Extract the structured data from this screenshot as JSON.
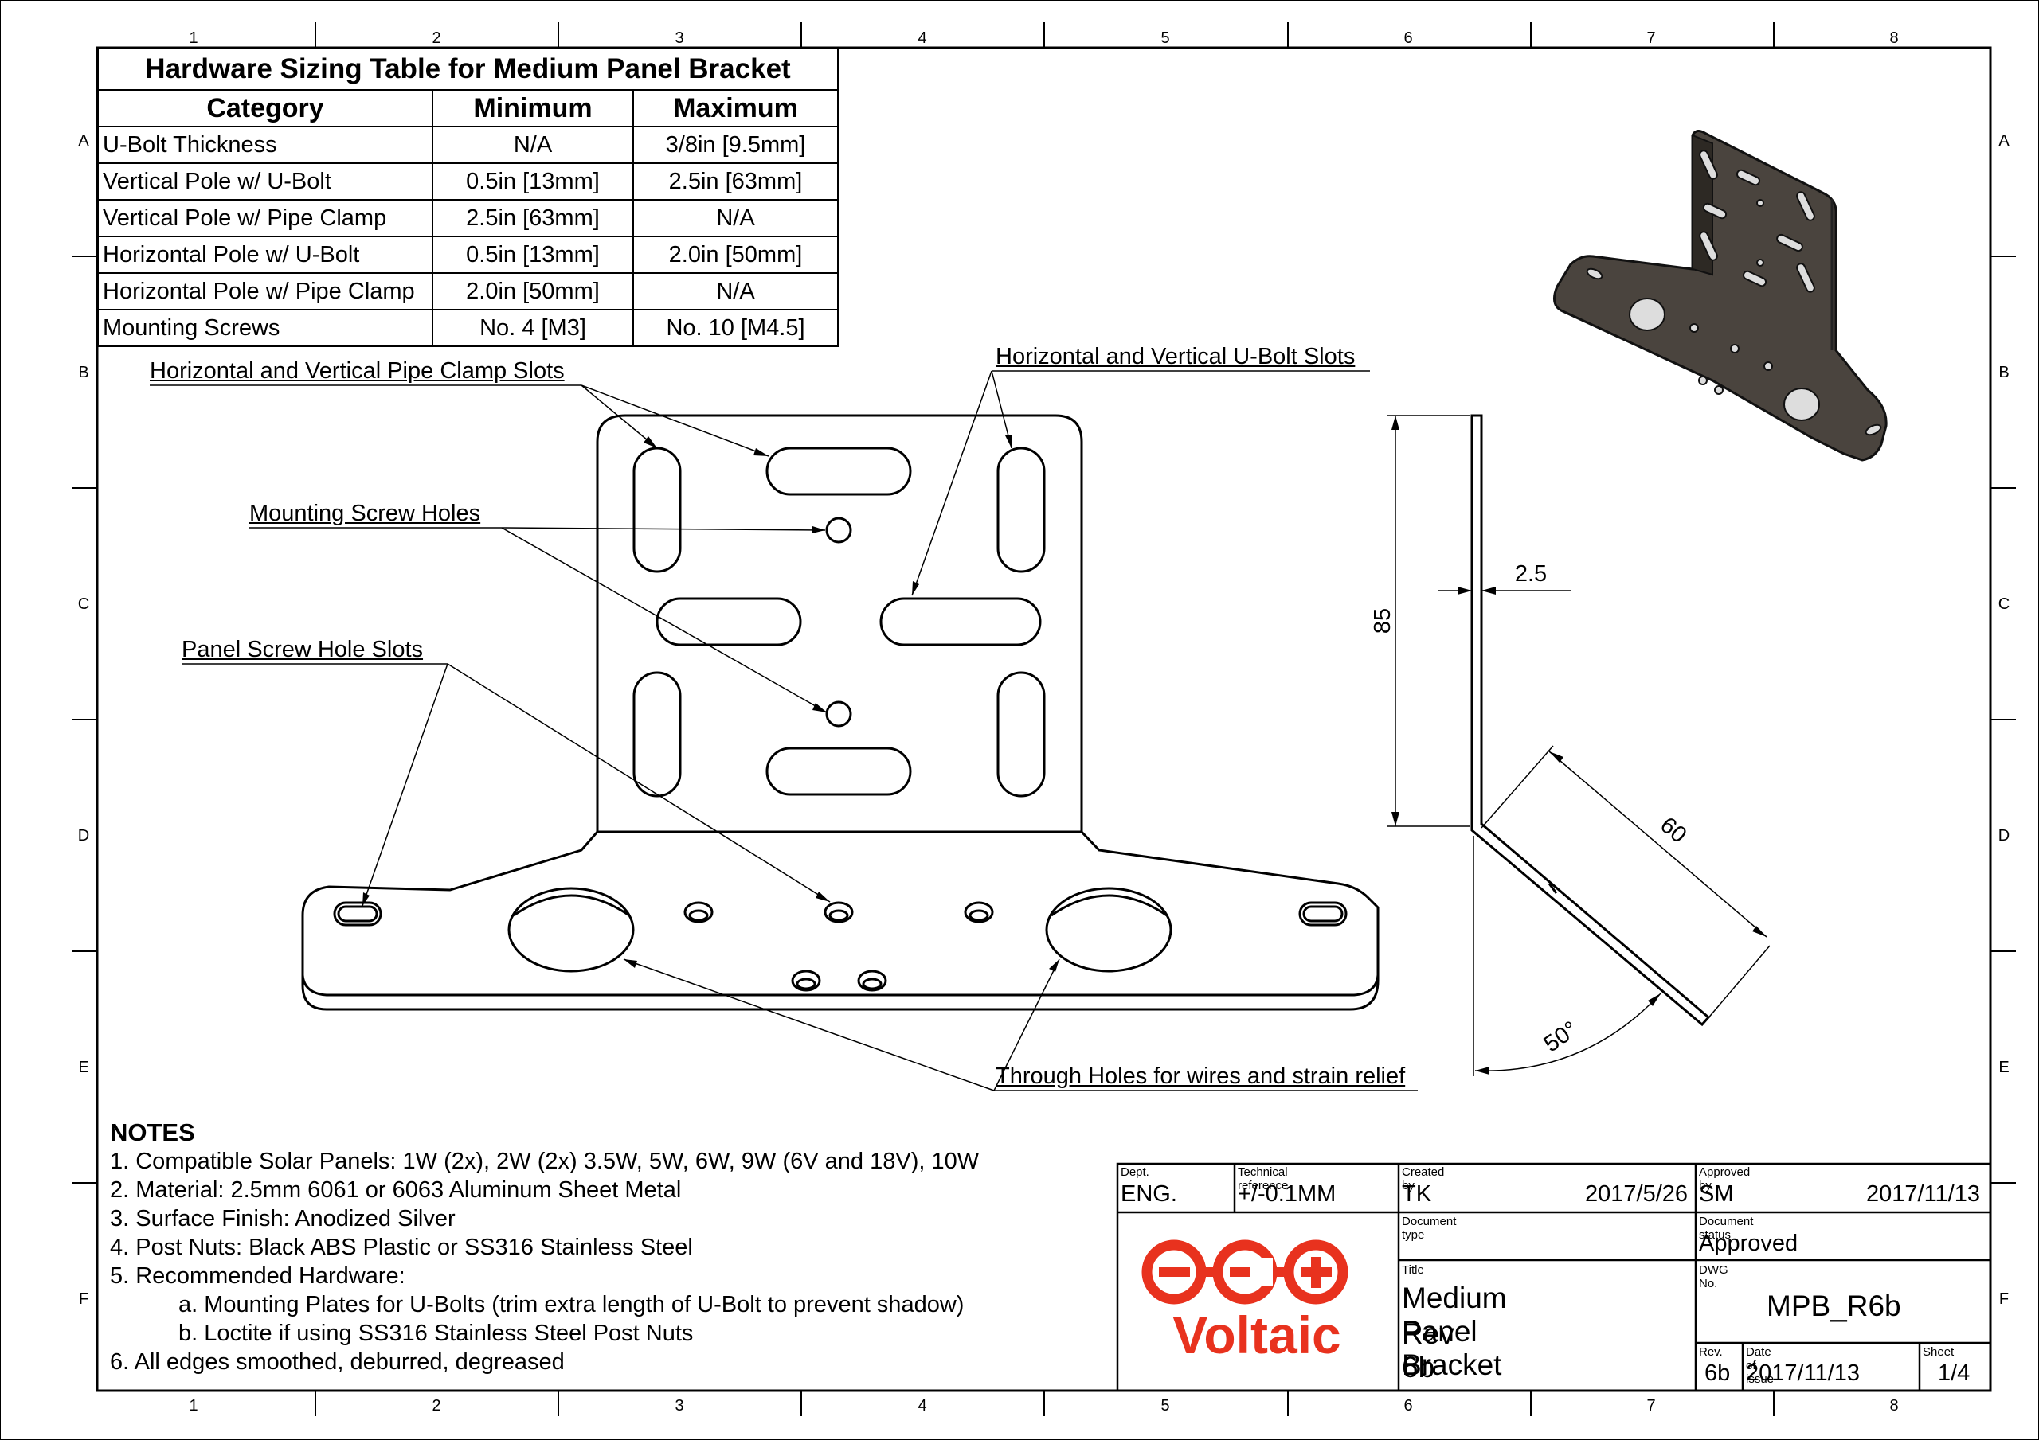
{
  "border_labels": {
    "columns": [
      "1",
      "2",
      "3",
      "4",
      "5",
      "6",
      "7",
      "8"
    ],
    "rows": [
      "A",
      "B",
      "C",
      "D",
      "E",
      "F"
    ]
  },
  "hardware_table": {
    "title": "Hardware Sizing Table for Medium Panel Bracket",
    "headers": [
      "Category",
      "Minimum",
      "Maximum"
    ],
    "rows": [
      [
        "U-Bolt Thickness",
        "N/A",
        "3/8in [9.5mm]"
      ],
      [
        "Vertical Pole w/ U-Bolt",
        "0.5in [13mm]",
        "2.5in [63mm]"
      ],
      [
        "Vertical Pole w/ Pipe Clamp",
        "2.5in [63mm]",
        "N/A"
      ],
      [
        "Horizontal Pole w/ U-Bolt",
        "0.5in [13mm]",
        "2.0in [50mm]"
      ],
      [
        "Horizontal Pole w/ Pipe Clamp",
        "2.0in [50mm]",
        "N/A"
      ],
      [
        "Mounting Screws",
        "No. 4 [M3]",
        "No. 10 [M4.5]"
      ]
    ]
  },
  "callouts": {
    "pipe_clamp_slots": "Horizontal and Vertical Pipe Clamp Slots",
    "ubolt_slots": "Horizontal and Vertical U-Bolt Slots",
    "mounting_screw_holes": "Mounting Screw Holes",
    "panel_screw_slots": "Panel Screw Hole Slots",
    "through_holes": "Through Holes for wires and strain relief"
  },
  "dimensions": {
    "height": "85",
    "thickness": "2.5",
    "length": "60",
    "angle": "50°"
  },
  "notes": {
    "heading": "NOTES",
    "items": [
      "1. Compatible Solar Panels: 1W (2x), 2W (2x) 3.5W, 5W, 6W, 9W (6V and 18V), 10W",
      "2. Material: 2.5mm 6061 or 6063 Aluminum Sheet Metal",
      "3. Surface Finish: Anodized Silver",
      "4. Post Nuts: Black ABS Plastic or SS316 Stainless Steel",
      "5. Recommended Hardware:"
    ],
    "sub_items": [
      "a. Mounting Plates for U-Bolts (trim extra length of U-Bolt to prevent shadow)",
      "b. Loctite if using SS316 Stainless Steel Post Nuts"
    ],
    "last_item": "6. All edges smoothed, deburred, degreased"
  },
  "title_block": {
    "dept_label": "Dept.",
    "dept": "ENG.",
    "techref_label": "Technical reference",
    "techref": "+/-0.1MM",
    "created_label": "Created by",
    "created_by": "TK",
    "created_date": "2017/5/26",
    "approved_label": "Approved by",
    "approved_by": "SM",
    "approved_date": "2017/11/13",
    "doctype_label": "Document type",
    "docstatus_label": "Document status",
    "docstatus": "Approved",
    "title_label": "Title",
    "title_line1": "Medium Panel Bracket",
    "title_line2": "Rev 6b",
    "dwg_label": "DWG No.",
    "dwg_no": "MPB_R6b",
    "rev_label": "Rev.",
    "rev": "6b",
    "issue_label": "Date of issue",
    "issue_date": "2017/11/13",
    "sheet_label": "Sheet",
    "sheet": "1/4",
    "logo_text": "Voltaic",
    "logo_color": "#e8321e"
  }
}
